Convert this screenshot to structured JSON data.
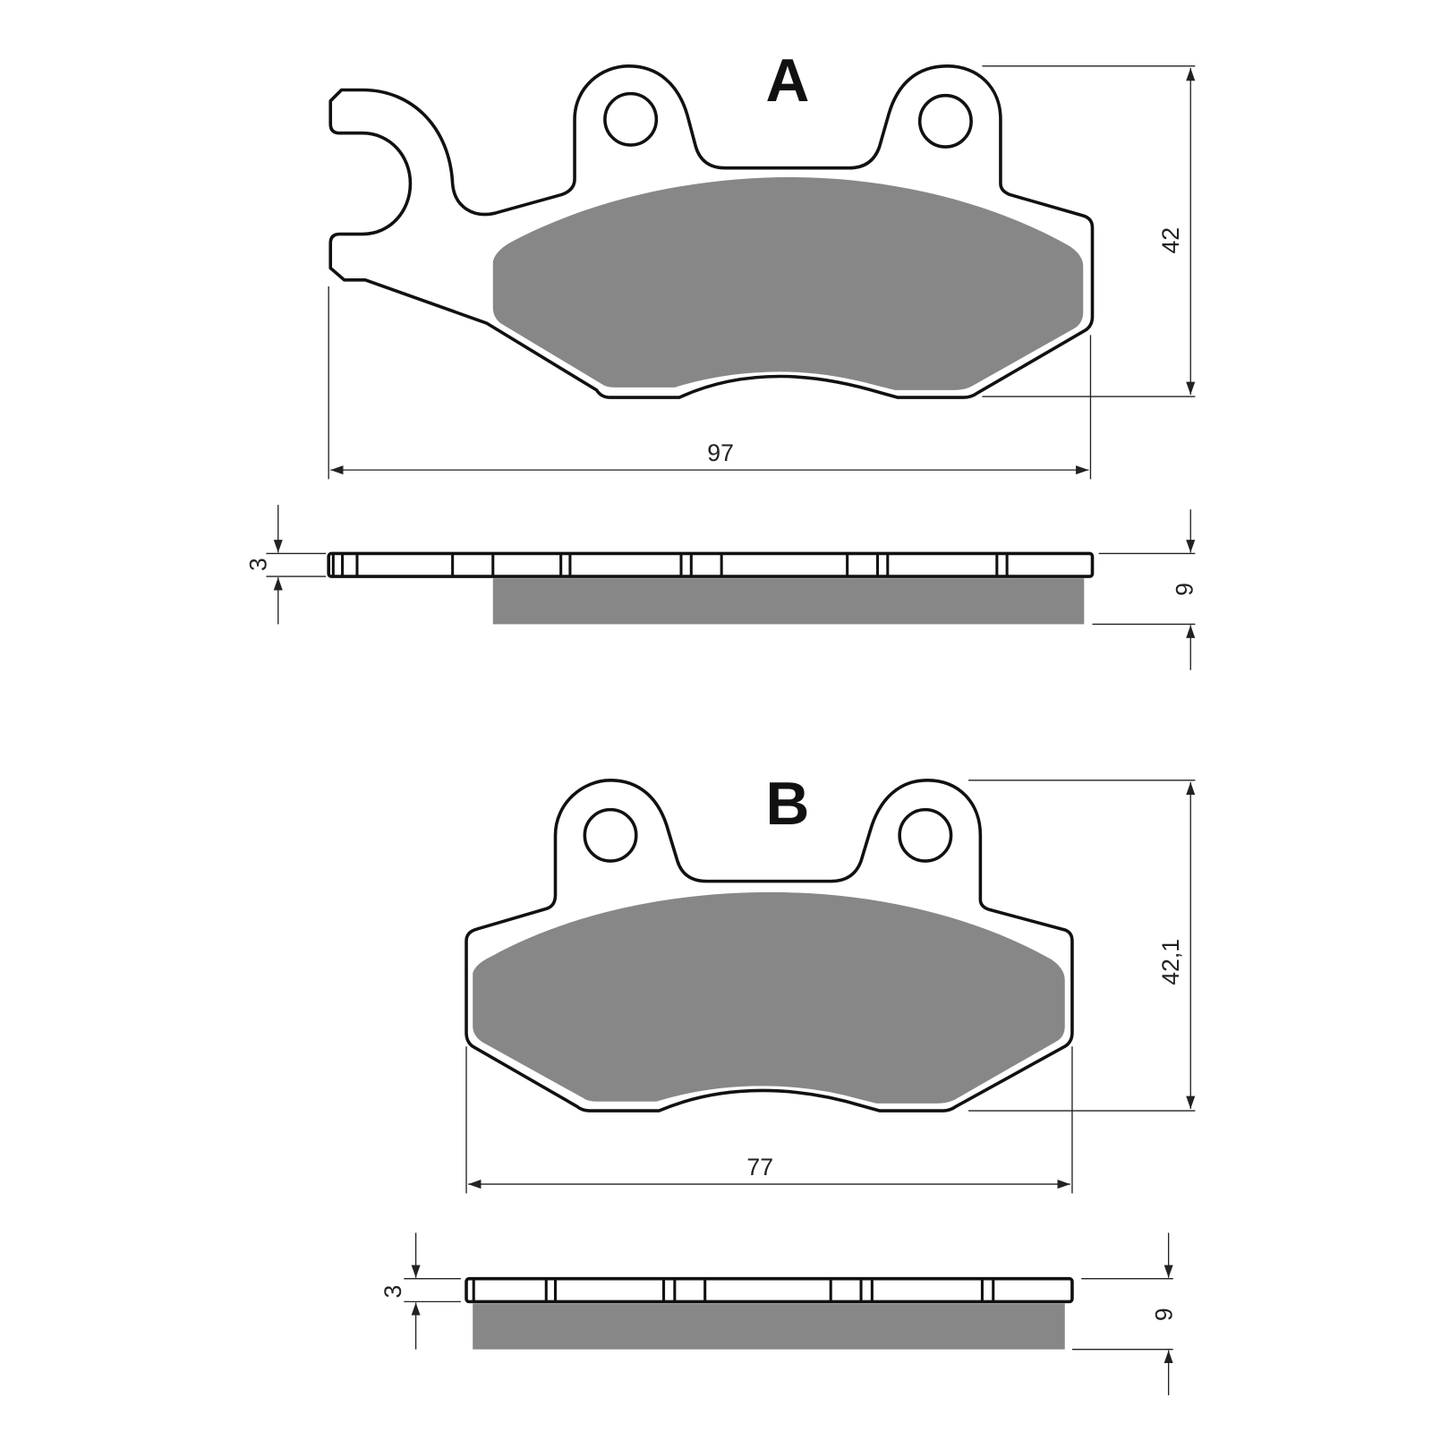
{
  "colors": {
    "friction_material": "#878787",
    "outline": "#111111",
    "background": "#ffffff"
  },
  "pads": [
    {
      "label": "A",
      "height": "42",
      "width": "97",
      "plate_thickness": "3",
      "total_thickness": "9"
    },
    {
      "label": "B",
      "height": "42,1",
      "width": "77",
      "plate_thickness": "3",
      "total_thickness": "9"
    }
  ]
}
